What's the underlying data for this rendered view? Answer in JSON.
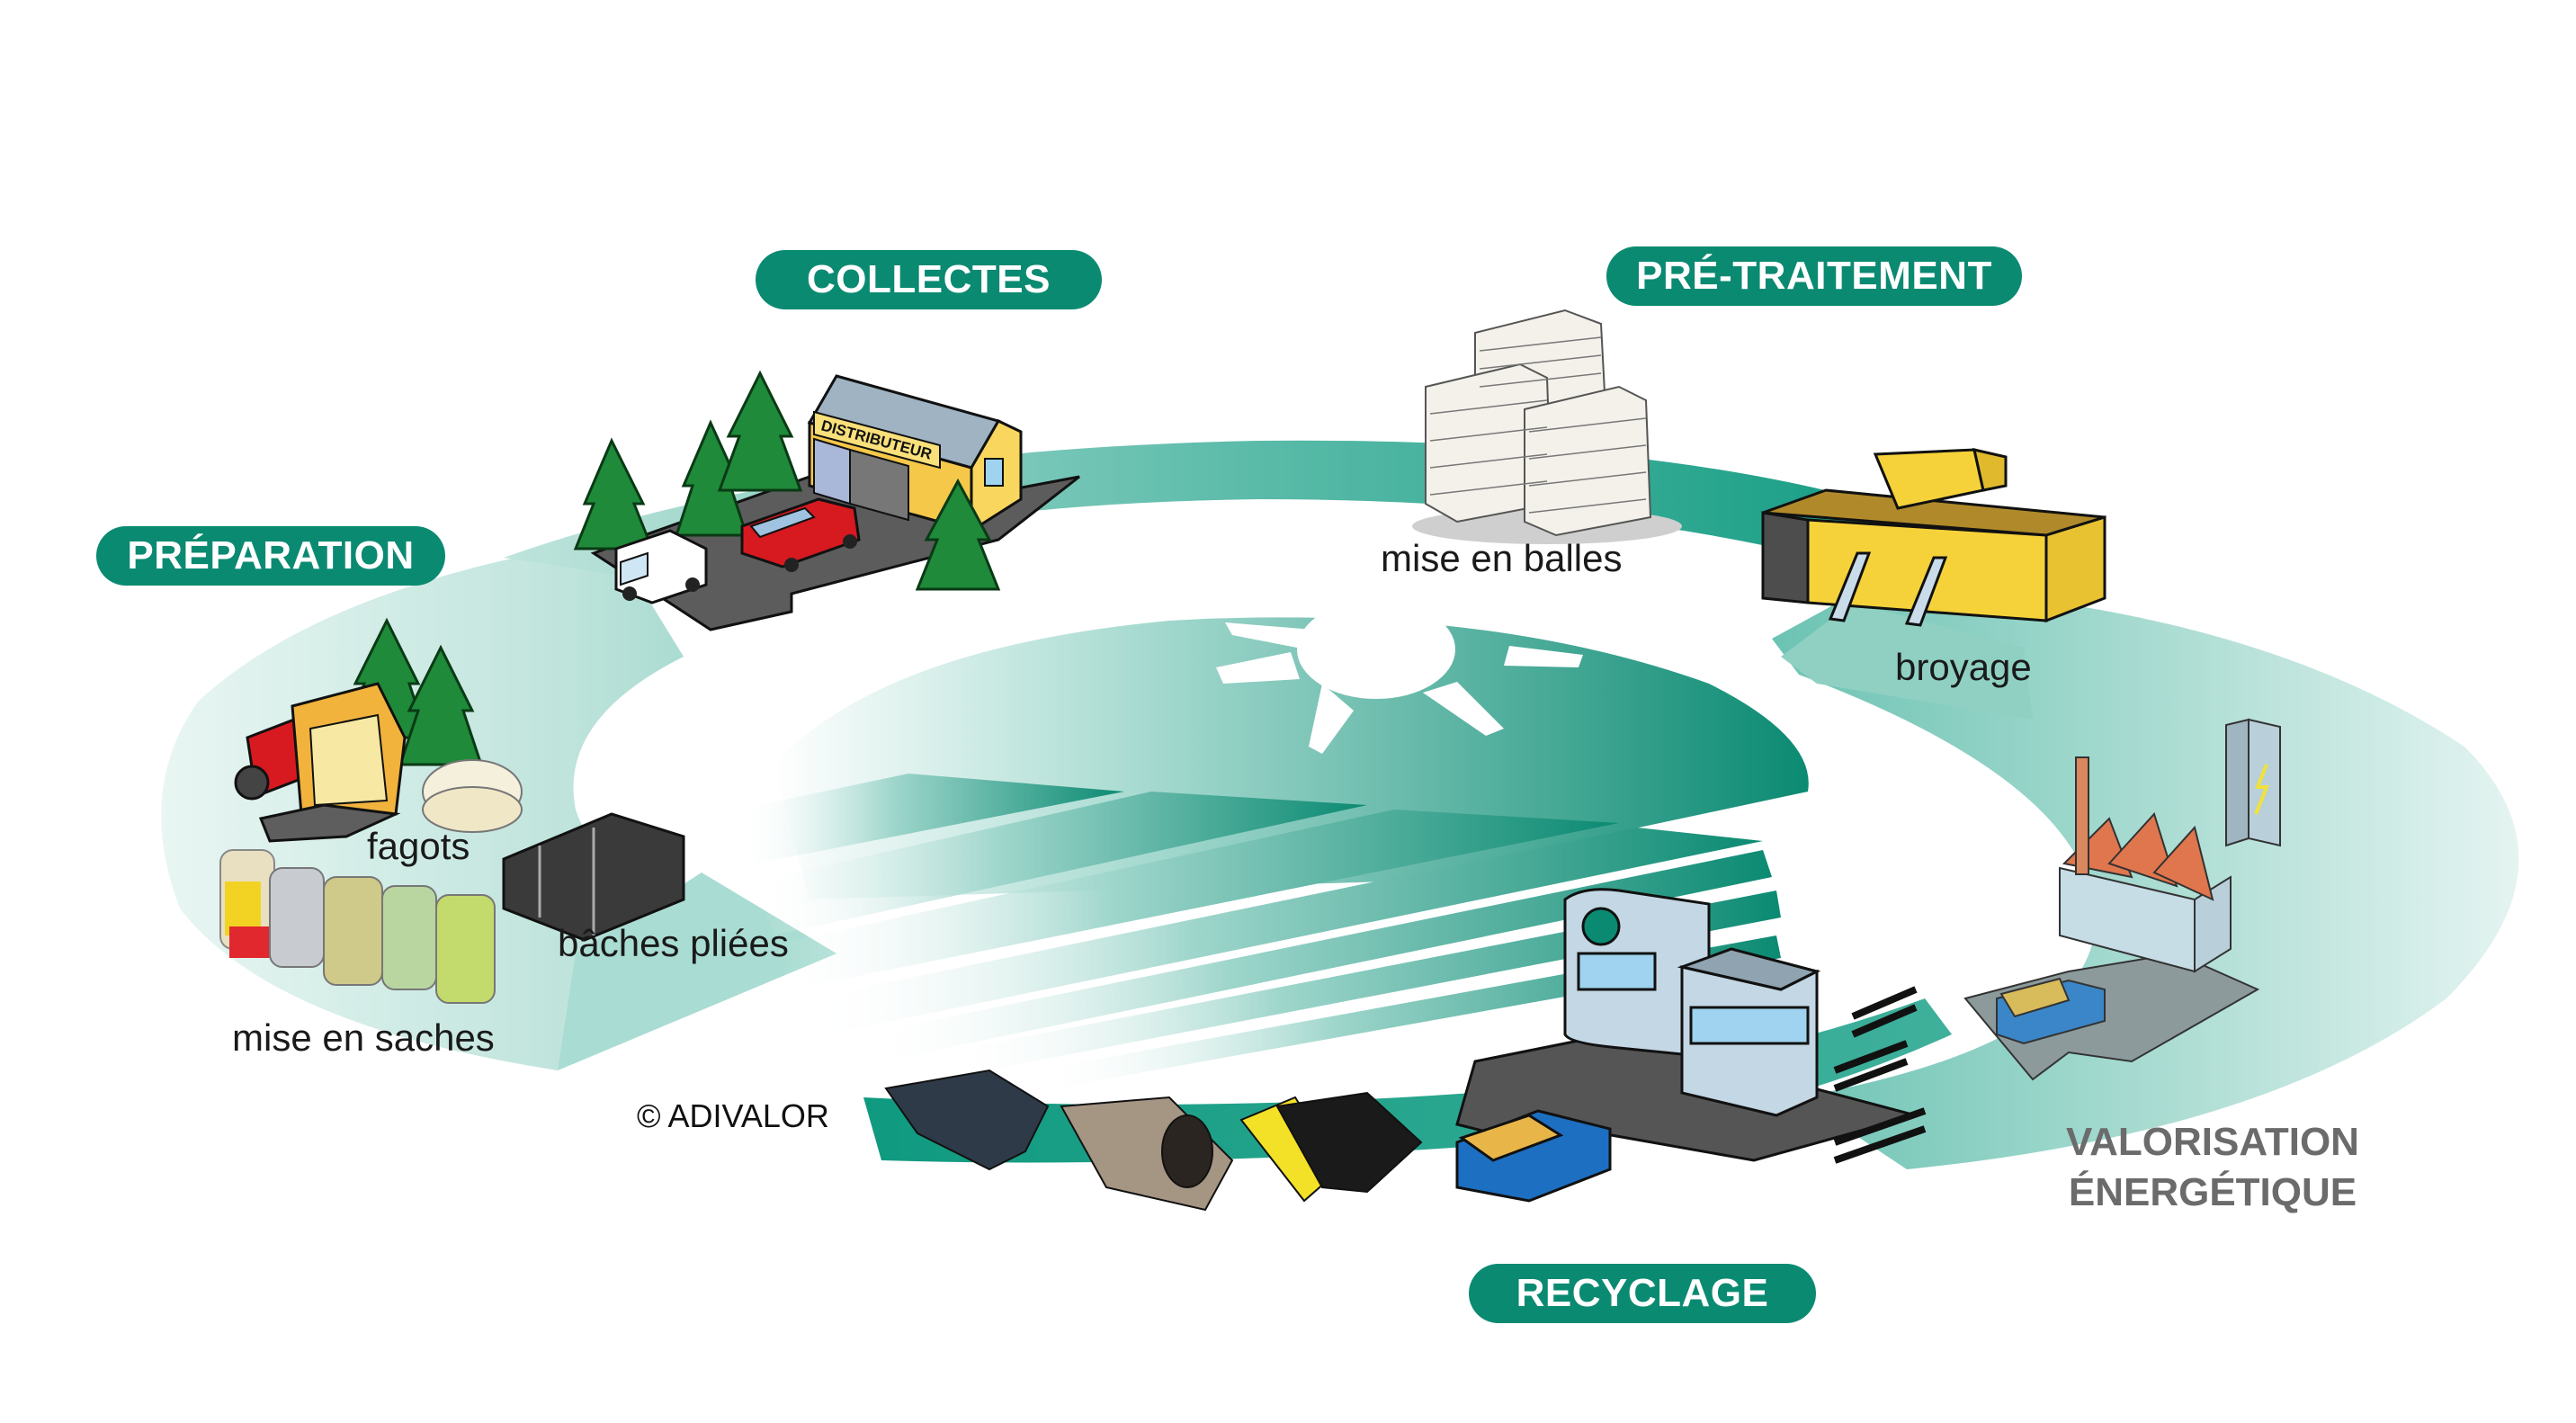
{
  "diagram": {
    "stages": {
      "preparation": "PRÉPARATION",
      "collectes": "COLLECTES",
      "pretraitement": "PRÉ-TRAITEMENT",
      "recyclage": "RECYCLAGE",
      "valorisation_line1": "VALORISATION",
      "valorisation_line2": "ÉNERGÉTIQUE"
    },
    "sublabels": {
      "fagots": "fagots",
      "baches": "bâches pliées",
      "saches": "mise en saches",
      "balles": "mise en balles",
      "broyage": "broyage"
    },
    "building_sign": "DISTRIBUTEUR",
    "copyright": "© ADIVALOR",
    "colors": {
      "brand_green": "#0b8a72",
      "ring_light": "#9fd6cc",
      "ring_dark": "#0f9a80",
      "label_gray": "#6b6b6b"
    },
    "icons": [
      "sun-icon",
      "field-stripes-icon",
      "distributor-building-icon",
      "tree-icon",
      "van-icon",
      "pickup-truck-icon",
      "tractor-trailer-icon",
      "bags-icon",
      "folded-tarps-icon",
      "bales-icon",
      "shredder-icon",
      "recycling-plant-icon",
      "pipes-icon",
      "energy-plant-icon",
      "dump-truck-icon",
      "lightning-icon"
    ]
  }
}
